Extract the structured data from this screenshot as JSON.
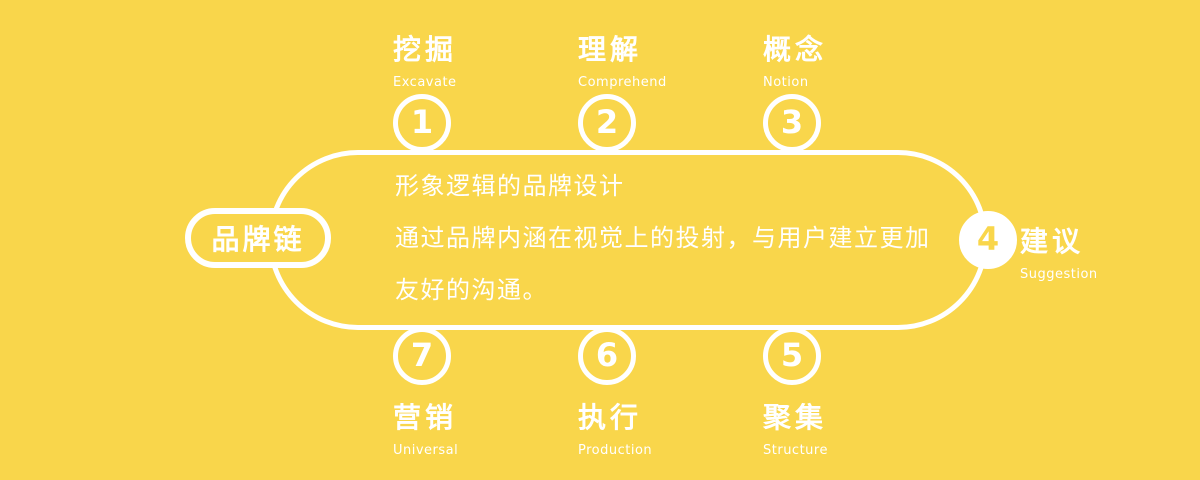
{
  "colors": {
    "background": "#F9D64B",
    "line_and_text": "#FFFFFF"
  },
  "brand": {
    "label": "品牌链"
  },
  "description": {
    "lines": [
      "形象逻辑的品牌设计",
      "通过品牌内涵在视觉上的投射，与用户建立更加",
      "友好的沟通。"
    ]
  },
  "steps": [
    {
      "number": "1",
      "zh": "挖掘",
      "en": "Excavate",
      "position": "top"
    },
    {
      "number": "2",
      "zh": "理解",
      "en": "Comprehend",
      "position": "top"
    },
    {
      "number": "3",
      "zh": "概念",
      "en": "Notion",
      "position": "top"
    },
    {
      "number": "4",
      "zh": "建议",
      "en": "Suggestion",
      "position": "right"
    },
    {
      "number": "5",
      "zh": "聚集",
      "en": "Structure",
      "position": "bottom"
    },
    {
      "number": "6",
      "zh": "执行",
      "en": "Production",
      "position": "bottom"
    },
    {
      "number": "7",
      "zh": "营销",
      "en": "Universal",
      "position": "bottom"
    }
  ]
}
